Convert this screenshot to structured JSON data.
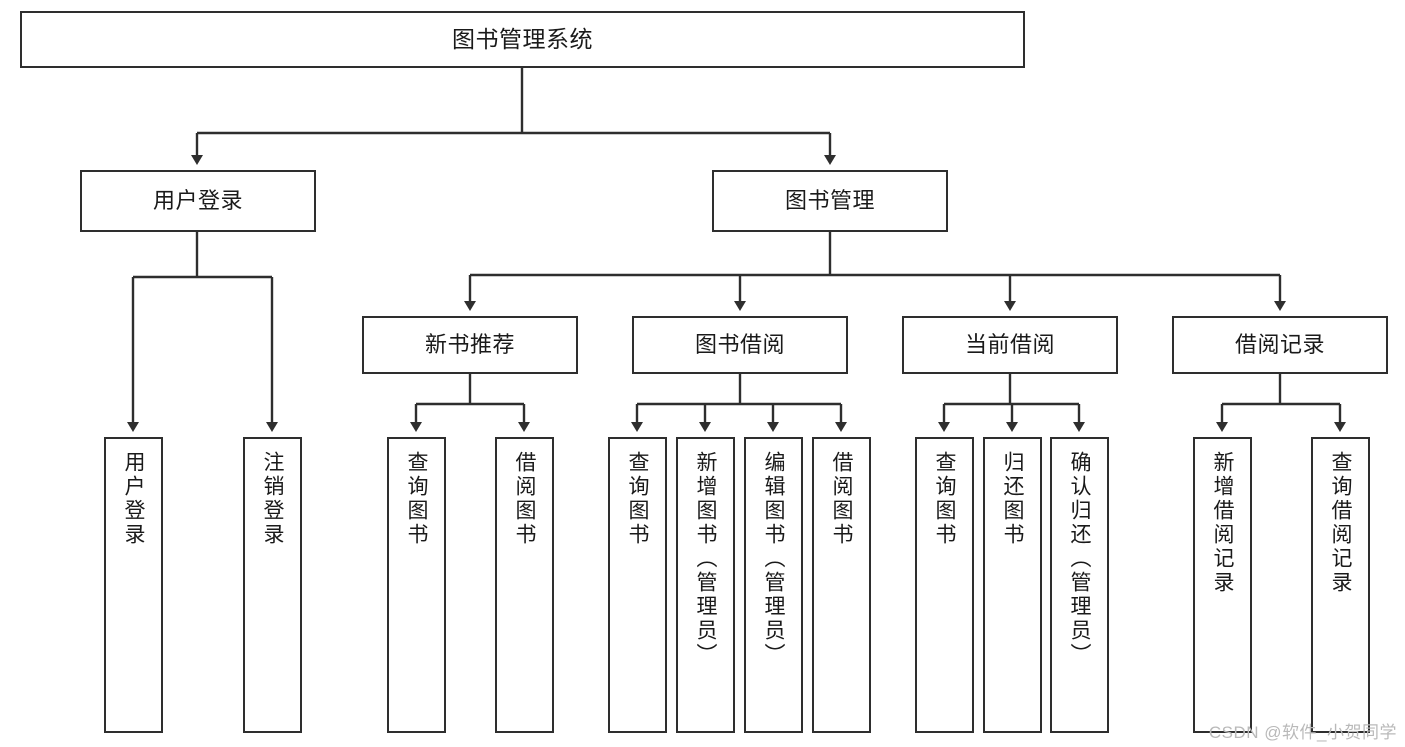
{
  "diagram": {
    "title": "图书管理系统",
    "type": "tree-hierarchy-chart",
    "watermark": "CSDN @软件_小贺同学",
    "colors": {
      "box_border": "#2e2e2e",
      "box_fill": "#ffffff",
      "connector": "#2e2e2e",
      "text": "#1a1a1a",
      "watermark": "#b9b9b9"
    }
  },
  "root": {
    "label": "图书管理系统"
  },
  "level1": [
    {
      "label": "用户登录"
    },
    {
      "label": "图书管理"
    }
  ],
  "level2": [
    {
      "label": "新书推荐"
    },
    {
      "label": "图书借阅"
    },
    {
      "label": "当前借阅"
    },
    {
      "label": "借阅记录"
    }
  ],
  "leaves": {
    "user_login": [
      {
        "label": "用户登录"
      },
      {
        "label": "注销登录"
      }
    ],
    "new_book_recommend": [
      {
        "label": "查询图书"
      },
      {
        "label": "借阅图书"
      }
    ],
    "book_borrow": [
      {
        "label": "查询图书"
      },
      {
        "label": "新增图书（管理员）"
      },
      {
        "label": "编辑图书（管理员）"
      },
      {
        "label": "借阅图书"
      }
    ],
    "current_borrow": [
      {
        "label": "查询图书"
      },
      {
        "label": "归还图书"
      },
      {
        "label": "确认归还（管理员）"
      }
    ],
    "borrow_records": [
      {
        "label": "新增借阅记录"
      },
      {
        "label": "查询借阅记录"
      }
    ]
  }
}
